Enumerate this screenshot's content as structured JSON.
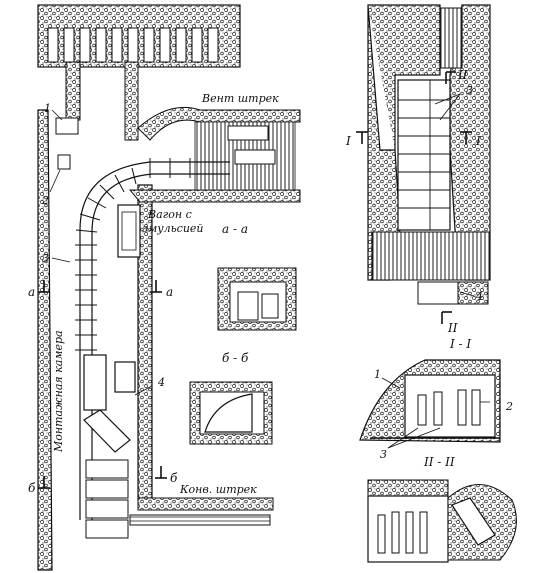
{
  "labels": {
    "vent_drift": "Вент штрек",
    "wagon_line1": "Вагон с",
    "wagon_line2": "эмульсией",
    "mounting_chamber": "Монтажная камера",
    "conv_drift": "Конв. штрек"
  },
  "section_marks": {
    "aa_title": "а - а",
    "bb_title": "б - б",
    "i_i_title": "I - I",
    "ii_ii_title": "II - II",
    "cut_a_left": "а",
    "cut_a_right": "а",
    "cut_b_left": "б",
    "cut_b_right": "б",
    "cut_I_left": "I",
    "cut_I_right": "I",
    "cut_II_top": "II",
    "cut_II_bottom": "II"
  },
  "numbers": {
    "n1": "1",
    "n2": "2",
    "n3": "3",
    "n4": "4",
    "n3_upper": "3",
    "n4_lower": "4",
    "n1_section": "1",
    "n2_section": "2",
    "n3_section": "3"
  }
}
